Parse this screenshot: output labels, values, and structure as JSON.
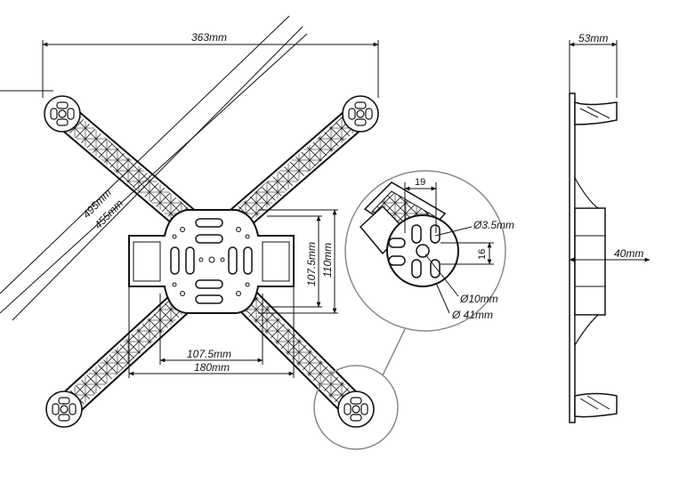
{
  "labels": {
    "width_363": "363mm",
    "diag_495": "495mm",
    "diag_455": "455mm",
    "plate_w_inner": "107.5mm",
    "plate_w_outer": "180mm",
    "plate_h_inner": "107.5mm",
    "plate_h_outer": "110mm",
    "detail_spacing_h": "19",
    "detail_spacing_v": "16",
    "detail_hole": "Ø3.5mm",
    "detail_center_hole": "Ø10mm",
    "detail_pad": "Ø 41mm",
    "side_width": "53mm",
    "side_height": "40mm"
  }
}
